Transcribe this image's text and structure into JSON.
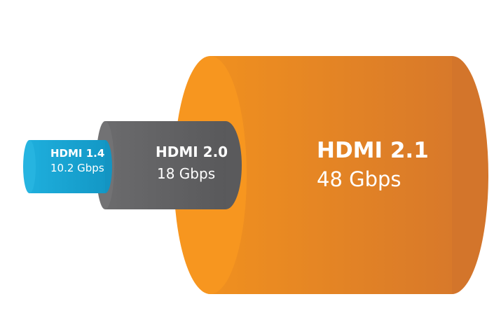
{
  "colors": {
    "hdmi14": "#1aa9d8",
    "hdmi20": "#68686a",
    "hdmi21": "#f29223",
    "text": "#ffffff"
  },
  "cables": [
    {
      "name": "HDMI 1.4",
      "speed": "10.2 Gbps",
      "gbps": 10.2
    },
    {
      "name": "HDMI 2.0",
      "speed": "18 Gbps",
      "gbps": 18
    },
    {
      "name": "HDMI 2.1",
      "speed": "48 Gbps",
      "gbps": 48
    }
  ]
}
